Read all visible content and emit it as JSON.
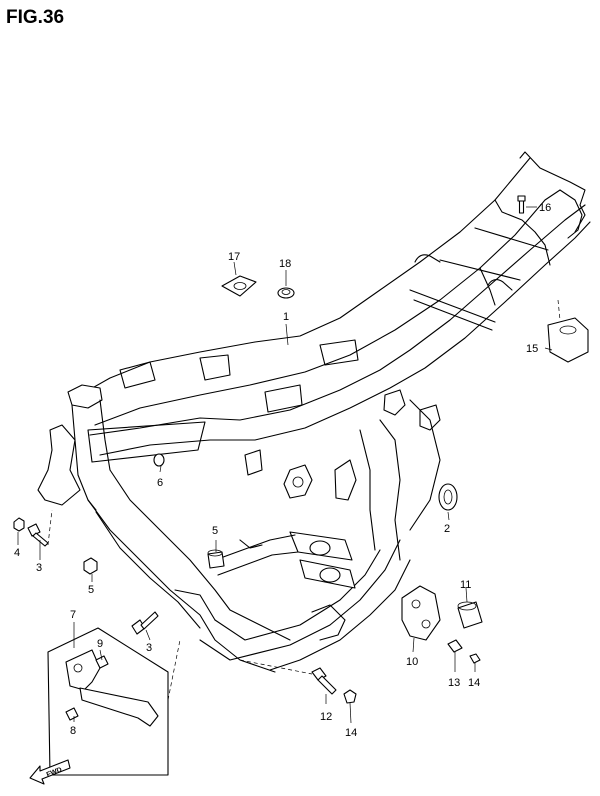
{
  "figure": {
    "title": "FIG.36"
  },
  "callouts": [
    {
      "id": "c1",
      "label": "1"
    },
    {
      "id": "c2",
      "label": "2"
    },
    {
      "id": "c3a",
      "label": "3"
    },
    {
      "id": "c3b",
      "label": "3"
    },
    {
      "id": "c4",
      "label": "4"
    },
    {
      "id": "c5a",
      "label": "5"
    },
    {
      "id": "c5b",
      "label": "5"
    },
    {
      "id": "c6",
      "label": "6"
    },
    {
      "id": "c7",
      "label": "7"
    },
    {
      "id": "c8",
      "label": "8"
    },
    {
      "id": "c9",
      "label": "9"
    },
    {
      "id": "c10",
      "label": "10"
    },
    {
      "id": "c11",
      "label": "11"
    },
    {
      "id": "c12",
      "label": "12"
    },
    {
      "id": "c13",
      "label": "13"
    },
    {
      "id": "c14a",
      "label": "14"
    },
    {
      "id": "c14b",
      "label": "14"
    },
    {
      "id": "c15",
      "label": "15"
    },
    {
      "id": "c16",
      "label": "16"
    },
    {
      "id": "c17",
      "label": "17"
    },
    {
      "id": "c18",
      "label": "18"
    }
  ],
  "fwd_marker": {
    "label": "FWD"
  }
}
